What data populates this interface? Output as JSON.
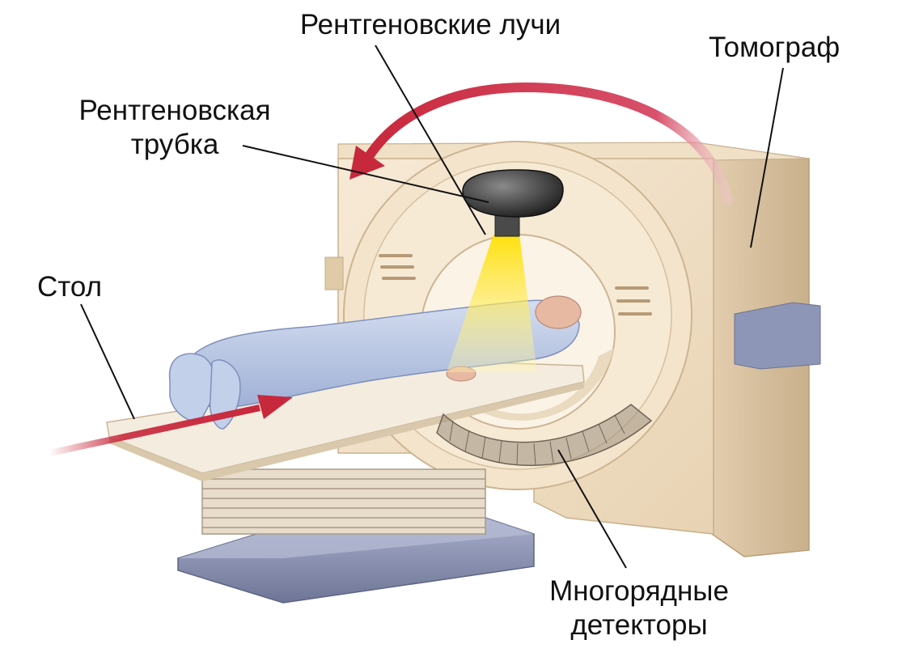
{
  "labels": {
    "xray_beams": "Рентгеновские лучи",
    "scanner": "Томограф",
    "xray_tube_line1": "Рентгеновская",
    "xray_tube_line2": "трубка",
    "table": "Стол",
    "detectors_line1": "Многорядные",
    "detectors_line2": "детекторы"
  },
  "colors": {
    "gantry": "#f2e3cc",
    "gantry_shadow": "#d9c4a4",
    "rotation_arrow": "#c8283c",
    "table_arrow": "#c8283c",
    "xray_beam": "#ffe34a",
    "patient_sheet": "#b9c8e6",
    "base": "#8e96b4",
    "tube": "#3a3a3a"
  }
}
